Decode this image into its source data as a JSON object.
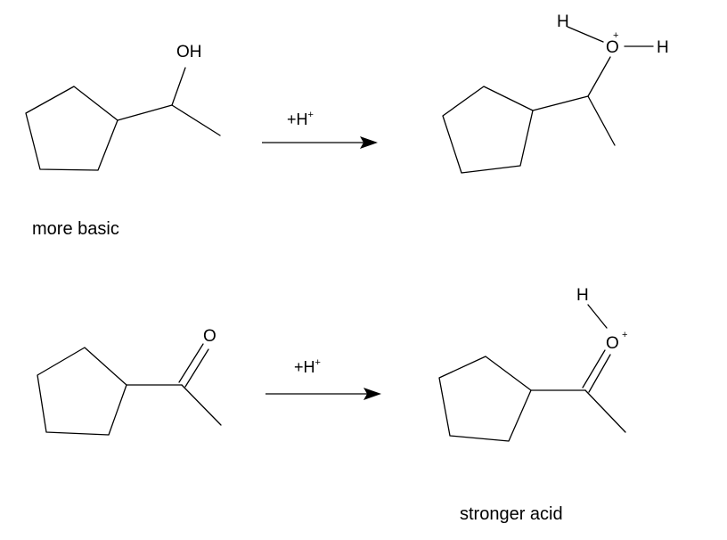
{
  "reactions": [
    {
      "reagent": "+H",
      "reagent_sup": "+",
      "reactant": {
        "atom": "OH"
      },
      "product": {
        "h_top": "H",
        "oxygen": "O",
        "charge": "+",
        "h_right": "H"
      },
      "caption": "more basic"
    },
    {
      "reagent": "+H",
      "reagent_sup": "+",
      "reactant": {
        "atom": "O"
      },
      "product": {
        "h_top": "H",
        "oxygen": "O",
        "charge": "+"
      },
      "caption": "stronger acid"
    }
  ]
}
